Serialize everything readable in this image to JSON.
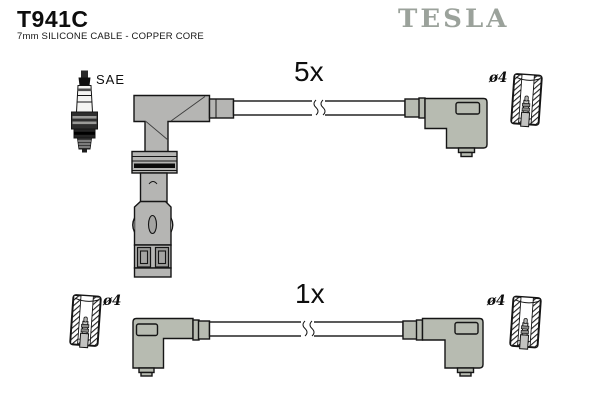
{
  "header": {
    "part_number": "T941C",
    "description": "7mm SILICONE CABLE - COPPER CORE",
    "brand_logo": "TESLA"
  },
  "diagram": {
    "spark_plug_standard": "SAE",
    "top_cable": {
      "quantity": "5x",
      "terminal_diameter": "ø4"
    },
    "bottom_cable": {
      "quantity": "1x",
      "terminal_diameter_left": "ø4",
      "terminal_diameter_right": "ø4"
    }
  },
  "colors": {
    "background": "#ffffff",
    "outline": "#151515",
    "connector_fill": "#b5b5b3",
    "boot_fill": "#b7bbb1",
    "cable_fill": "#ffffff",
    "logo_gray": "#9ba29b"
  }
}
